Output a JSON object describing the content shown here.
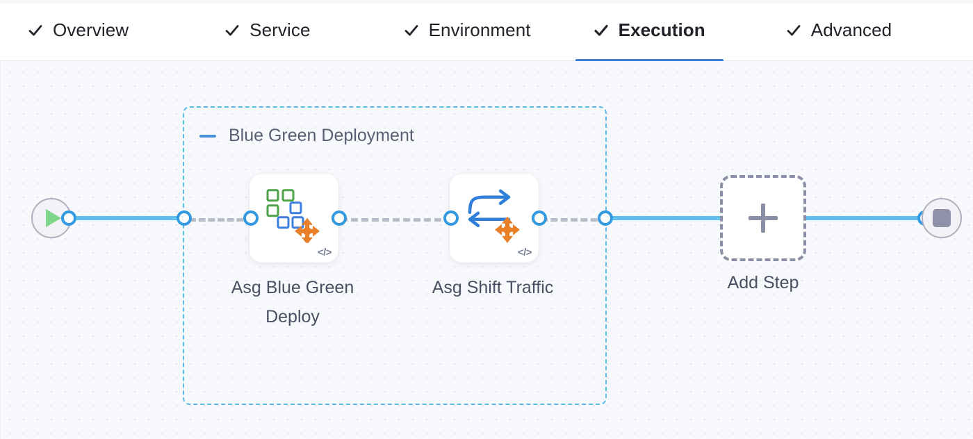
{
  "tabs": {
    "items": [
      {
        "label": "Overview",
        "checked": true,
        "active": false
      },
      {
        "label": "Service",
        "checked": true,
        "active": false
      },
      {
        "label": "Environment",
        "checked": true,
        "active": false
      },
      {
        "label": "Execution",
        "checked": true,
        "active": true
      },
      {
        "label": "Advanced",
        "checked": true,
        "active": false
      }
    ],
    "active_index": 3,
    "active_underline_color": "#3b7dd8",
    "check_icon": "check-icon"
  },
  "canvas": {
    "background_color": "#f8f9fc",
    "dot_grid_color": "#dcdde6",
    "stage": {
      "title": "Blue Green Deployment",
      "collapse_icon": "minus-icon",
      "border_color": "#5bbcea",
      "border_style": "dashed"
    },
    "start_node": {
      "name": "start-node",
      "icon": "play-icon",
      "icon_color": "#7fd68b"
    },
    "end_node": {
      "name": "end-node",
      "icon": "stop-icon",
      "icon_color": "#8e91a8"
    },
    "steps": [
      {
        "label": "Asg Blue Green Deploy",
        "icon": "asg-blue-green-deploy-icon",
        "code_glyph": "</>"
      },
      {
        "label": "Asg Shift Traffic",
        "icon": "asg-shift-traffic-icon",
        "code_glyph": "</>"
      }
    ],
    "add_step": {
      "label": "Add Step",
      "icon": "plus-icon"
    },
    "connector_colors": {
      "solid": "#62c0ee",
      "dashed": "#b9bcc9",
      "port_ring": "#3399e0"
    }
  }
}
